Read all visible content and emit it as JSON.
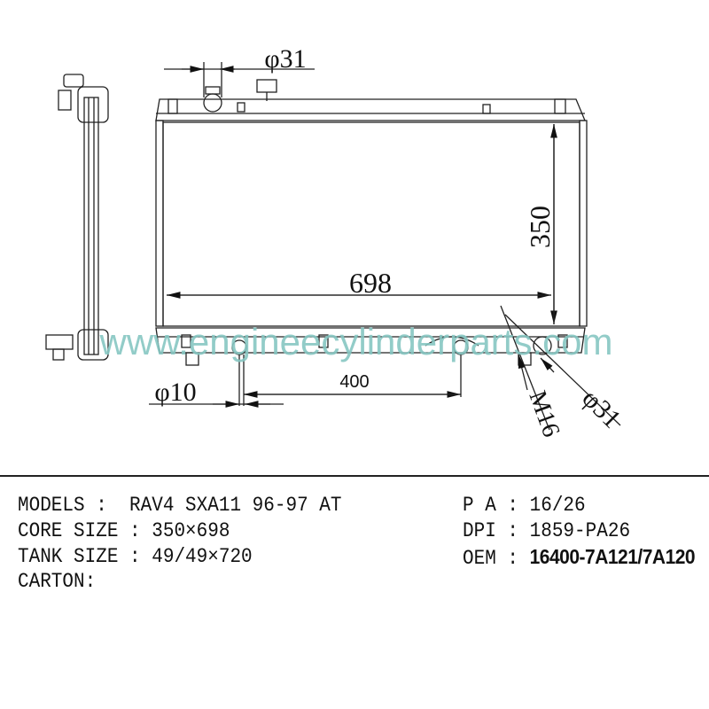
{
  "drawing": {
    "dim_width": "698",
    "dim_height": "350",
    "dim_top_inlet": "φ31",
    "dim_bottom_outlet": "φ31",
    "dim_drain": "φ10",
    "dim_span": "400",
    "dim_thread": "M16",
    "watermark": "www.engineecylinderparts.com"
  },
  "specs": {
    "models_label": "MODELS :",
    "models_value": "RAV4 SXA11 96-97 AT",
    "core_label": "CORE SIZE :",
    "core_value": "350×698",
    "tank_label": "TANK SIZE :",
    "tank_value": "49/49×720",
    "carton_label": "CARTON:",
    "pa_label": "P A :",
    "pa_value": "16/26",
    "dpi_label": "DPI :",
    "dpi_value": "1859-PA26",
    "oem_label": "OEM :",
    "oem_value": "16400-7A121/7A120"
  },
  "colors": {
    "watermark": "#86c6c2",
    "line": "#222222"
  }
}
